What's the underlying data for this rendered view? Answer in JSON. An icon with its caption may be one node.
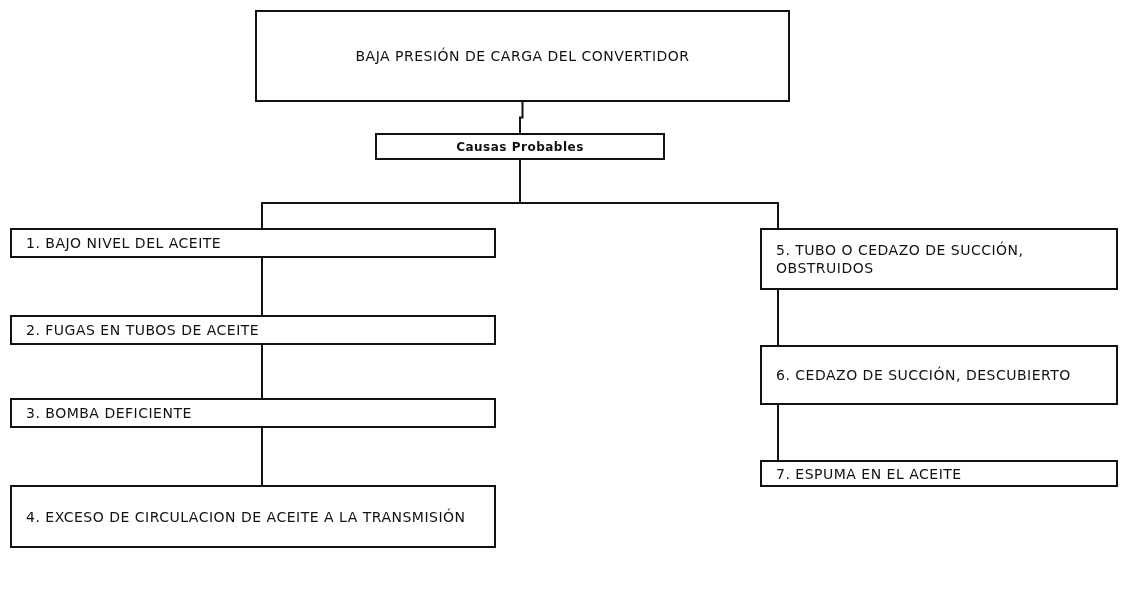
{
  "diagram": {
    "nodes": [
      {
        "text": [
          "BAJA PRESIÓN DE CARGA DEL CONVERTIDOR"
        ]
      },
      {
        "text": [
          "Causas Probables"
        ]
      },
      {
        "text": [
          "1. BAJO NIVEL DEL ACEITE"
        ]
      },
      {
        "text": [
          "2. FUGAS EN TUBOS DE ACEITE"
        ]
      },
      {
        "text": [
          "3. BOMBA DEFICIENTE"
        ]
      },
      {
        "text": [
          "4. EXCESO DE CIRCULACION DE ACEITE A LA TRANSMISIÓN"
        ]
      },
      {
        "text": [
          "5. TUBO O CEDAZO DE SUCCIÓN, OBSTRUIDOS"
        ]
      },
      {
        "text": [
          "6. CEDAZO DE SUCCIÓN, DESCUBIERTO"
        ]
      },
      {
        "text": [
          "7. ESPUMA EN EL ACEITE"
        ]
      }
    ],
    "edges": [
      {
        "from": 0,
        "to": 1,
        "arrow": "none"
      },
      {
        "from": 1,
        "to": 2,
        "arrow": "none"
      },
      {
        "from": 1,
        "to": 6,
        "arrow": "none"
      },
      {
        "from": 2,
        "to": 3,
        "arrow": "none"
      },
      {
        "from": 3,
        "to": 4,
        "arrow": "none"
      },
      {
        "from": 4,
        "to": 5,
        "arrow": "none"
      },
      {
        "from": 6,
        "to": 7,
        "arrow": "none"
      },
      {
        "from": 7,
        "to": 8,
        "arrow": "none"
      }
    ]
  }
}
